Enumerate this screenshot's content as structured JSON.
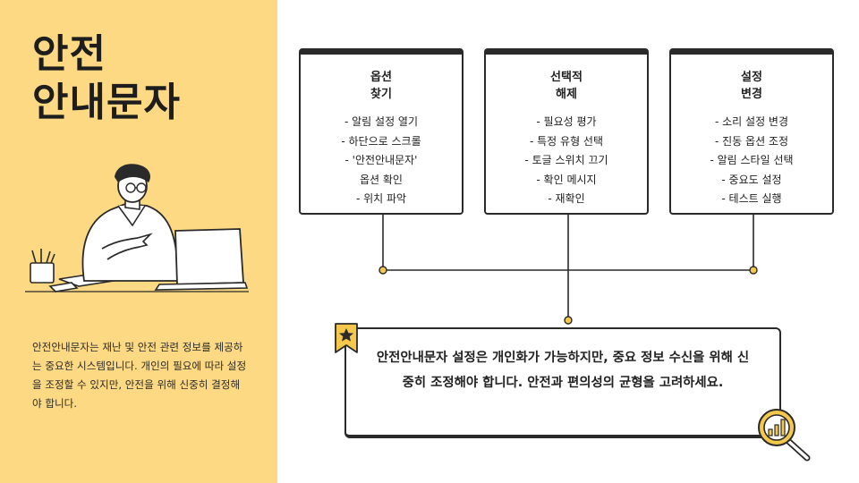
{
  "title": {
    "line1": "안전",
    "line2": "안내문자"
  },
  "description": "안전안내문자는 재난 및 안전 관련 정보를 제공하는 중요한 시스템입니다. 개인의 필요에 따라 설정을 조정할 수 있지만, 안전을 위해 신중히 결정해야 합니다.",
  "cards": [
    {
      "title": "옵션\n찾기",
      "items": [
        "- 알림 설정 열기",
        "- 하단으로 스크롤",
        "- '안전안내문자'",
        "옵션 확인",
        "- 위치 파악"
      ]
    },
    {
      "title": "선택적\n해제",
      "items": [
        "- 필요성 평가",
        "- 특정 유형 선택",
        "- 토글 스위치 끄기",
        "- 확인 메시지",
        "- 재확인"
      ]
    },
    {
      "title": "설정\n변경",
      "items": [
        "- 소리 설정 변경",
        "- 진동 옵션 조정",
        "- 알림 스타일 선택",
        "- 중요도 설정",
        "- 테스트 실행"
      ]
    }
  ],
  "note": "안전안내문자 설정은 개인화가 가능하지만, 중요 정보 수신을 위해 신중히 조정해야 합니다. 안전과 편의성의 균형을 고려하세요.",
  "colors": {
    "panel": "#fcd982",
    "accent": "#f5c84c",
    "ink": "#2a2a2a"
  },
  "icons": {
    "bookmark": "star-bookmark-icon",
    "magnifier": "chart-magnifier-icon"
  }
}
